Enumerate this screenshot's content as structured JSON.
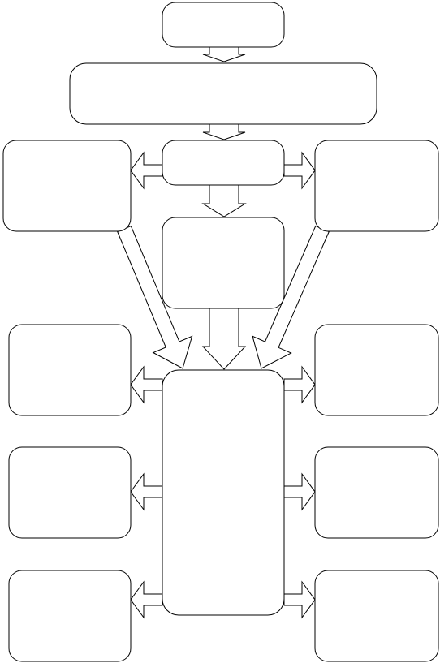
{
  "diagram": {
    "type": "flowchart",
    "stroke_color": "#000000",
    "fill_color": "#ffffff",
    "nodes": [
      {
        "id": "top",
        "text": ""
      },
      {
        "id": "wide",
        "text": ""
      },
      {
        "id": "center-small",
        "text": ""
      },
      {
        "id": "left-upper",
        "text": ""
      },
      {
        "id": "right-upper",
        "text": ""
      },
      {
        "id": "center-middle",
        "text": ""
      },
      {
        "id": "center-tall",
        "text": ""
      },
      {
        "id": "left-1",
        "text": ""
      },
      {
        "id": "left-2",
        "text": ""
      },
      {
        "id": "left-3",
        "text": ""
      },
      {
        "id": "right-1",
        "text": ""
      },
      {
        "id": "right-2",
        "text": ""
      },
      {
        "id": "right-3",
        "text": ""
      }
    ],
    "edges": [
      {
        "from": "top",
        "to": "wide"
      },
      {
        "from": "wide",
        "to": "center-small"
      },
      {
        "from": "center-small",
        "to": "left-upper"
      },
      {
        "from": "center-small",
        "to": "right-upper"
      },
      {
        "from": "center-small",
        "to": "center-middle"
      },
      {
        "from": "left-upper",
        "to": "center-tall"
      },
      {
        "from": "right-upper",
        "to": "center-tall"
      },
      {
        "from": "center-middle",
        "to": "center-tall"
      },
      {
        "from": "center-tall",
        "to": "left-1"
      },
      {
        "from": "center-tall",
        "to": "left-2"
      },
      {
        "from": "center-tall",
        "to": "left-3"
      },
      {
        "from": "center-tall",
        "to": "right-1"
      },
      {
        "from": "center-tall",
        "to": "right-2"
      },
      {
        "from": "center-tall",
        "to": "right-3"
      }
    ]
  }
}
